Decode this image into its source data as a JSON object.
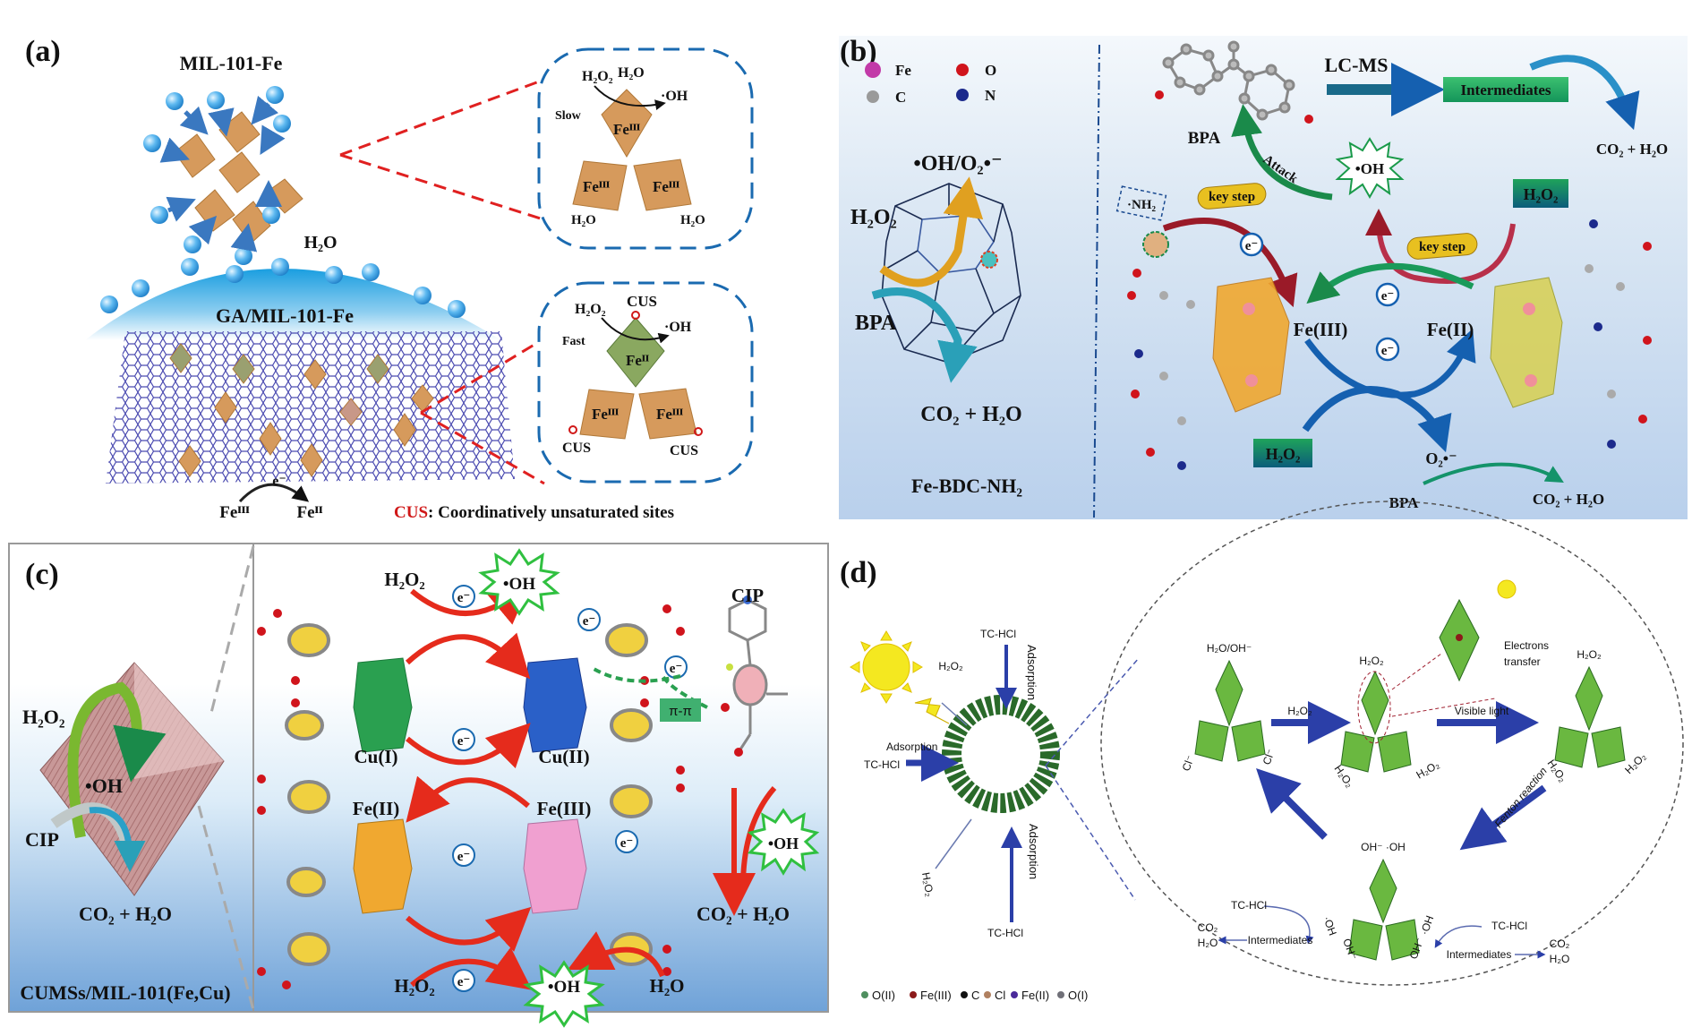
{
  "figure": {
    "panels": [
      {
        "id": "a",
        "label": "(a)",
        "top_material": "MIL-101-Fe",
        "water": "H₂O",
        "bottom_material": "GA/MIL-101-Fe",
        "electron_transfer": {
          "from": "Feᴵᴵᴵ",
          "electron": "e⁻",
          "to": "Feᴵᴵ"
        },
        "slow_inset": {
          "reactant": "H₂O₂",
          "ligand": "H₂O",
          "product": "·OH",
          "rate": "Slow",
          "centers": [
            "Feᴵᴵᴵ",
            "Feᴵᴵᴵ",
            "Feᴵᴵᴵ"
          ],
          "bottom_ligands": [
            "H₂O",
            "H₂O"
          ]
        },
        "fast_inset": {
          "reactant": "H₂O₂",
          "site": "CUS",
          "product": "·OH",
          "rate": "Fast",
          "centers": [
            "Feᴵᴵ",
            "Feᴵᴵᴵ",
            "Feᴵᴵᴵ"
          ],
          "bottom_sites": [
            "CUS",
            "CUS"
          ]
        },
        "footnote": {
          "abbr": "CUS",
          "text": ": Coordinatively unsaturated sites"
        }
      },
      {
        "id": "b",
        "label": "(b)",
        "legend": [
          {
            "label": "Fe",
            "color": "#c23aa8"
          },
          {
            "label": "O",
            "color": "#d0141c"
          },
          {
            "label": "C",
            "color": "#9a9a9a"
          },
          {
            "label": "N",
            "color": "#1c2a8c"
          }
        ],
        "left": {
          "radicals": "•OH/O₂•⁻",
          "oxidant": "H₂O₂",
          "pollutant": "BPA",
          "products": "CO₂ + H₂O",
          "material": "Fe-BDC-NH₂"
        },
        "right": {
          "pollutant_top": "BPA",
          "analysis": "LC-MS",
          "intermediates": "Intermediates",
          "final_products_top": "CO₂ + H₂O",
          "attack": "Attack",
          "radical": "•OH",
          "amine": "·NH₂",
          "key_step_1": "key step",
          "key_step_2": "key step",
          "oxidant_top": "H₂O₂",
          "electron_1": "e⁻",
          "electron_2": "e⁻",
          "electron_3": "e⁻",
          "fe3": "Fe(III)",
          "fe2": "Fe(II)",
          "oxidant_bottom": "H₂O₂",
          "superoxide": "O₂•⁻",
          "pollutant_bottom": "BPA",
          "final_products_bottom": "CO₂ + H₂O"
        }
      },
      {
        "id": "c",
        "label": "(c)",
        "left": {
          "oxidant": "H₂O₂",
          "radical": "•OH",
          "pollutant": "CIP",
          "products": "CO₂ + H₂O",
          "material": "CUMSs/MIL-101(Fe,Cu)"
        },
        "right": {
          "oxidant_top": "H₂O₂",
          "radical_top": "•OH",
          "electron": "e⁻",
          "cu1": "Cu(I)",
          "cu2": "Cu(II)",
          "fe2": "Fe(II)",
          "fe3": "Fe(III)",
          "pollutant": "CIP",
          "pi_stacking": "π-π",
          "radical_side": "•OH",
          "products": "CO₂ + H₂O",
          "oxidant_bottom": "H₂O₂",
          "radical_bottom": "•OH",
          "water_bottom": "H₂O"
        }
      },
      {
        "id": "d",
        "label": "(d)",
        "left": {
          "pollutant_top": "TC-HCl",
          "oxidant_top": "H₂O₂",
          "adsorption_top": "Adsorption",
          "adsorption_left": "Adsorption",
          "pollutant_left": "TC-HCl",
          "oxidant_bottom": "H₂O₂",
          "adsorption_bottom": "Adsorption",
          "pollutant_bottom": "TC-HCl"
        },
        "zoom": {
          "state1_top": "H₂O/OH⁻",
          "state1_sides": [
            "Cl⁻",
            "Cl⁻"
          ],
          "step1": "H₂O₂",
          "state2_top": "H₂O₂",
          "state2_sides": [
            "H₂O₂",
            "H₂O₂"
          ],
          "electrons_transfer": [
            "Electrons",
            "transfer"
          ],
          "step2": "Visible light",
          "state3_top": "H₂O₂",
          "state3_sides": [
            "H₂O₂",
            "H₂O₂"
          ],
          "step3": "Fenton reaction",
          "state4_top": "OH⁻ ·OH",
          "left_pollutant": "TC-HCl",
          "left_radical": "·OH",
          "left_hydroxide": "OH⁻",
          "left_intermediates": "Intermediates",
          "left_products": [
            "CO₂",
            "H₂O"
          ],
          "right_pollutant": "TC-HCl",
          "right_radical": "·OH",
          "right_hydroxide": "OH⁻",
          "right_intermediates": "Intermediates",
          "right_products": [
            "CO₂",
            "H₂O"
          ]
        },
        "legend": [
          {
            "label": "O(II)",
            "color": "#4f8f5f"
          },
          {
            "label": "Fe(III)",
            "color": "#8c1a1a"
          },
          {
            "label": "C",
            "color": "#111111"
          },
          {
            "label": "Cl",
            "color": "#b08060"
          },
          {
            "label": "Fe(II)",
            "color": "#4a2a9a"
          },
          {
            "label": "O(I)",
            "color": "#707078"
          }
        ]
      }
    ]
  }
}
